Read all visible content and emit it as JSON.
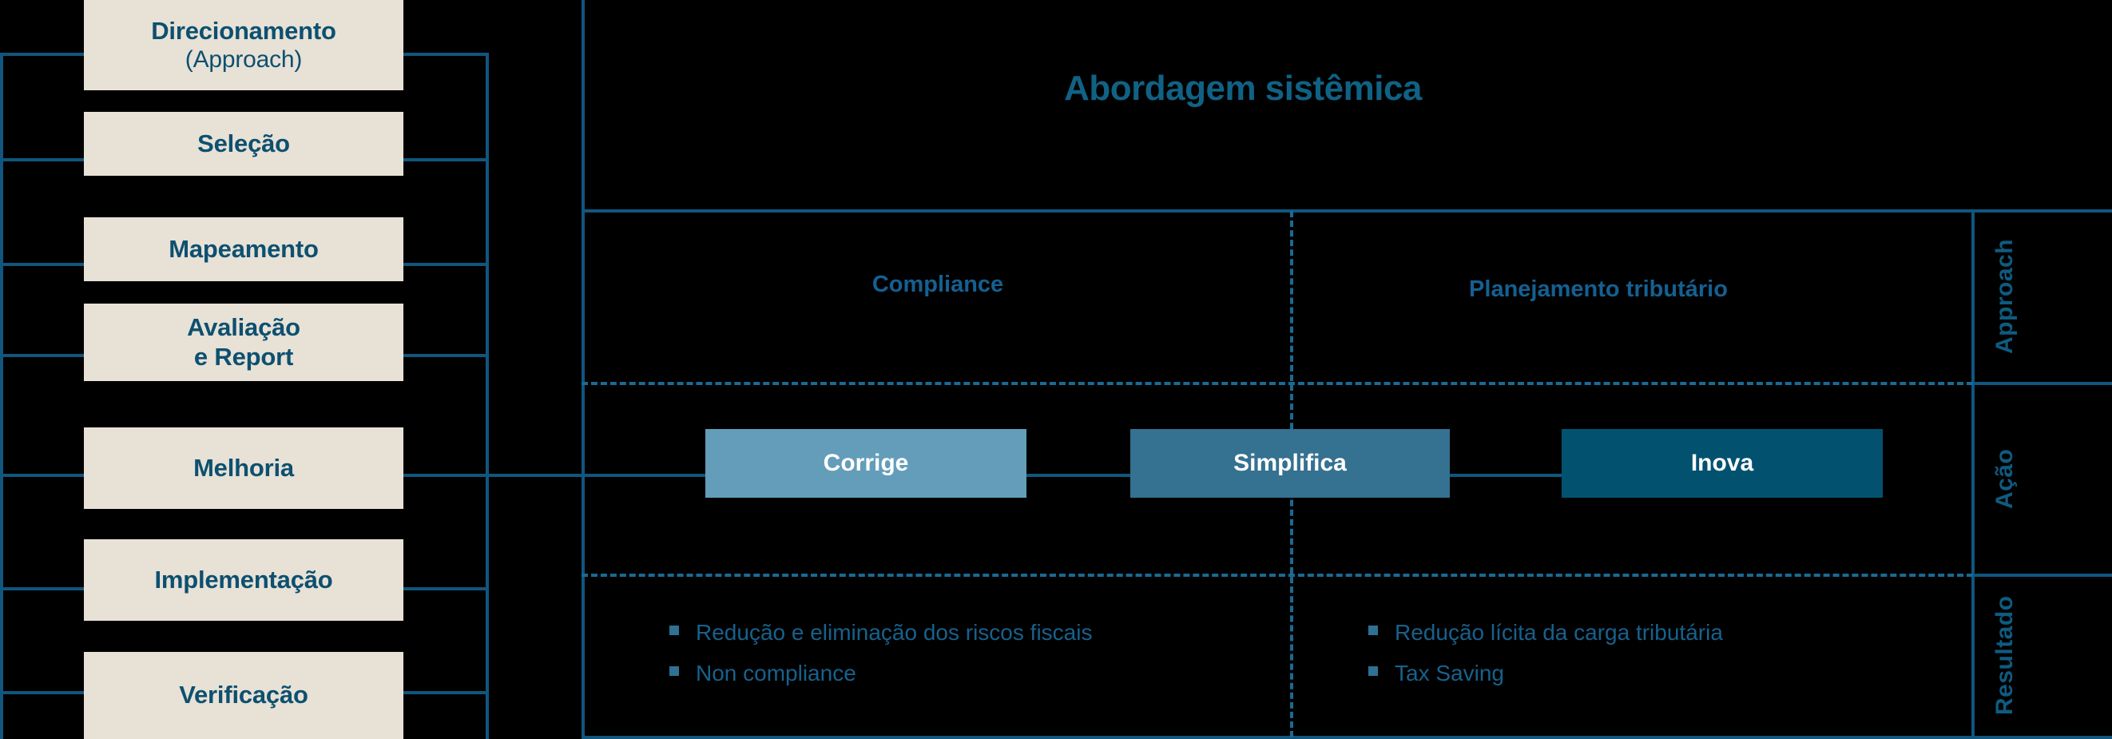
{
  "left_flow": {
    "name": "process-stages",
    "stages": [
      {
        "label": "Direcionamento",
        "sub": "(Approach)"
      },
      {
        "label": "Seleção",
        "sub": ""
      },
      {
        "label": "Mapeamento",
        "sub": ""
      },
      {
        "label": "Avaliação",
        "sub": "e Report",
        "two_line_bold": true
      },
      {
        "label": "Melhoria",
        "sub": ""
      },
      {
        "label": "Implementação",
        "sub": ""
      },
      {
        "label": "Verificação",
        "sub": ""
      }
    ]
  },
  "panel": {
    "title": "Abordagem sistêmica",
    "columns": [
      {
        "heading": "Compliance"
      },
      {
        "heading": "Planejamento tributário"
      }
    ],
    "actions": [
      {
        "label": "Corrige",
        "color": "#639db9"
      },
      {
        "label": "Simplifica",
        "color": "#357190"
      },
      {
        "label": "Inova",
        "color": "#02526f"
      }
    ],
    "results": {
      "compliance": [
        "Redução e eliminação dos riscos fiscais",
        "Non compliance"
      ],
      "planejamento": [
        "Redução lícita da carga tributária",
        "Tax Saving"
      ]
    },
    "row_labels": [
      "Approach",
      "Ação",
      "Resultado"
    ]
  },
  "colors": {
    "line": "#10567f",
    "dashed_line": "#1a6a93",
    "stage_fill": "#e8e1d6",
    "stage_text": "#0d5070",
    "title_text": "#106285",
    "heading_text": "#146092",
    "bullet_text": "#17618c",
    "bullet_mark": "#2f7194",
    "background": "#000000"
  }
}
